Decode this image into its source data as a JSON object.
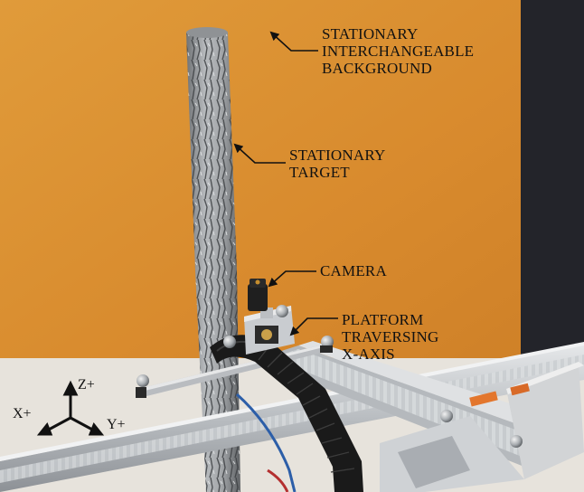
{
  "annotations": {
    "background": [
      "STATIONARY",
      "INTERCHANGEABLE",
      "BACKGROUND"
    ],
    "target": [
      "STATIONARY",
      "TARGET"
    ],
    "camera": [
      "CAMERA"
    ],
    "platform": [
      "PLATFORM",
      "TRAVERSING",
      "X-AXIS"
    ]
  },
  "axes": {
    "z": "Z+",
    "x": "X+",
    "y": "Y+"
  },
  "colors": {
    "background_board": "#e49632",
    "dark_panel": "#1c1d22",
    "rail_aluminum": "#c4c8cc",
    "tree_bark": "#9a9da0",
    "cable_chain": "#1a1a1a",
    "ink": "#111111"
  }
}
